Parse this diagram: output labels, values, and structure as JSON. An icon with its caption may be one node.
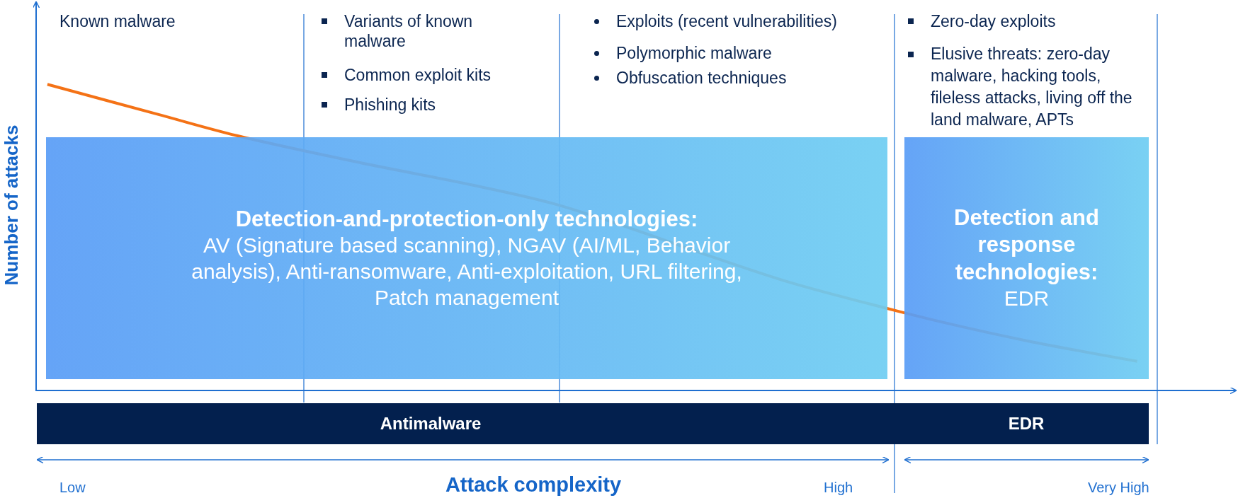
{
  "diagram": {
    "nodes": [
      {
        "text": [
          "Detection-and-protection-only technologies:",
          "AV (Signature based scanning), NGAV (AI/ML, Behavior analysis), Anti-ransomware, Anti-exploitation, URL filtering, Patch management"
        ]
      },
      {
        "text": [
          "Detection and response technologies:",
          "EDR"
        ]
      },
      {
        "text": [
          "Antimalware",
          "EDR"
        ]
      }
    ],
    "labels": [
      "Known malware",
      "Variants of known malware",
      "Common exploit kits",
      "Phishing kits",
      "Exploits (recent vulnerabilities)",
      "Polymorphic malware",
      "Obfuscation techniques",
      "Zero-day exploits",
      "Elusive threats: zero-day malware, hacking tools, fileless attacks, living off the land malware, APTs",
      "Number of attacks",
      "Low",
      "Attack complexity",
      "High",
      "Very High"
    ]
  }
}
